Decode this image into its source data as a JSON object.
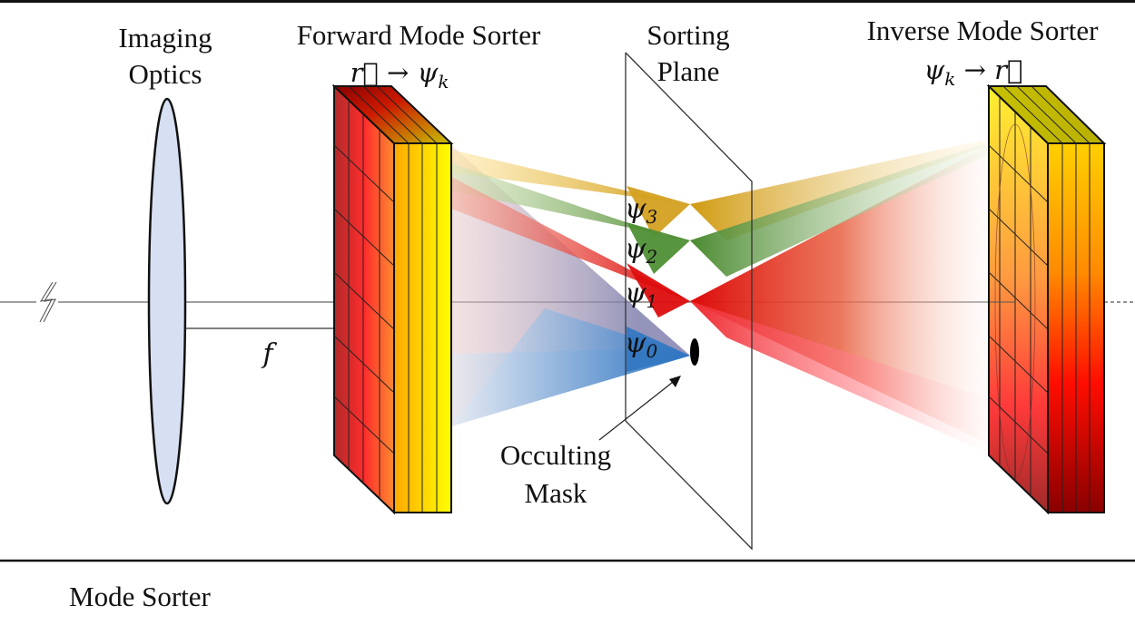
{
  "labels": {
    "imaging_optics": [
      "Imaging",
      "Optics"
    ],
    "forward_sorter": "Forward Mode Sorter",
    "forward_map": "r⃗ → ψ",
    "forward_map_sub": "k",
    "sorting_plane": [
      "Sorting",
      "Plane"
    ],
    "inverse_sorter": "Inverse Mode Sorter",
    "inverse_map": "ψ",
    "inverse_map_sub": "k",
    "inverse_map_rest": " → r⃗",
    "focal_length": "f",
    "occulting_mask": [
      "Occulting",
      "Mask"
    ],
    "modes": [
      {
        "symbol": "ψ",
        "sub": "3",
        "color": "#d4a017"
      },
      {
        "symbol": "ψ",
        "sub": "2",
        "color": "#5b9a3c"
      },
      {
        "symbol": "ψ",
        "sub": "1",
        "color": "#e01010"
      },
      {
        "symbol": "ψ",
        "sub": "0",
        "color": "#3c7fc4"
      }
    ],
    "caption": "Mode Sorter"
  },
  "colors": {
    "lens_fill": "#d6e0f2",
    "sorter_dark": "#a31515",
    "sorter_red": "#ff2a2a",
    "sorter_yellow": "#ffff00",
    "mode3": "#d4a017",
    "mode2": "#4f8f35",
    "mode1": "#dd0d0d",
    "mode0": "#2f74c0"
  }
}
